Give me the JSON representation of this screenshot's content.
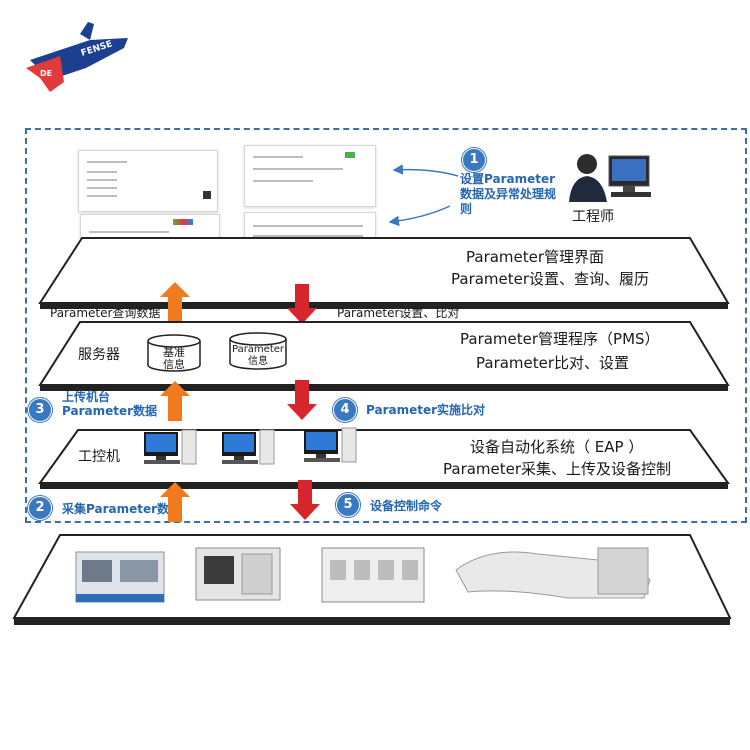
{
  "logo": {
    "text": "DE FENSE",
    "colors": {
      "plane": "#e23a3a",
      "tail": "#1d3f8f"
    }
  },
  "frame_color": "#3a6fa8",
  "layers": {
    "ui": {
      "title": "Parameter管理界面",
      "subtitle": "Parameter设置、查询、履历"
    },
    "server": {
      "label": "服务器",
      "title": "Parameter管理程序（PMS）",
      "subtitle": "Parameter比对、设置",
      "db1": "基准信息",
      "db2": "Parameter信息"
    },
    "ipc": {
      "label": "工控机",
      "title": "设备自动化系统（ EAP ）",
      "subtitle": "Parameter采集、上传及设备控制"
    }
  },
  "engineer": {
    "label": "工程师"
  },
  "steps": [
    {
      "num": "1",
      "text": "设置Parameter数据及异常处理规则"
    },
    {
      "num": "2",
      "text": "采集Parameter数据"
    },
    {
      "num": "3",
      "text": "上传机台Parameter数据"
    },
    {
      "num": "4",
      "text": "Parameter实施比对"
    },
    {
      "num": "5",
      "text": "设备控制命令"
    }
  ],
  "arrow_labels": {
    "query": "Parameter查询数据",
    "set_compare": "Parameter设置、比对"
  },
  "arrow_colors": {
    "up": "#f07a1e",
    "down": "#d7262b"
  }
}
